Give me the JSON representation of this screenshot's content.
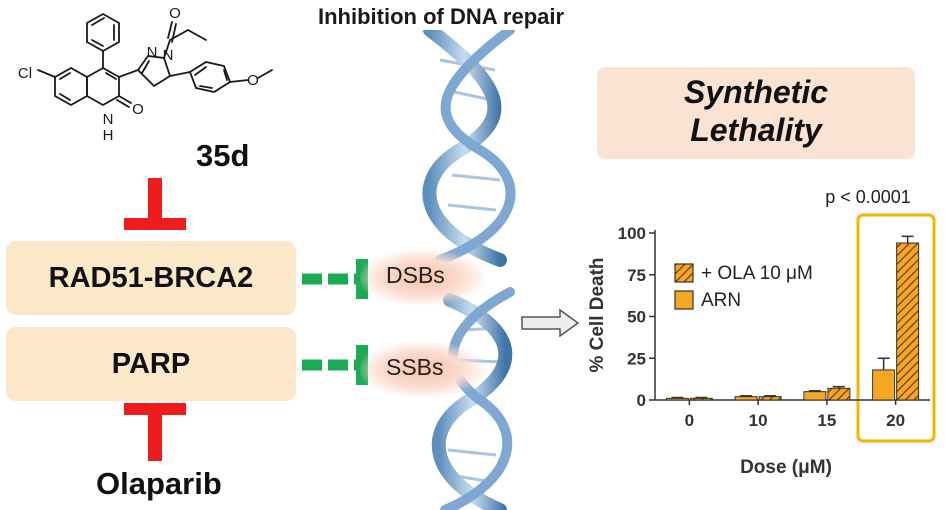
{
  "title": "Inhibition of DNA repair",
  "compound": {
    "label": "35d",
    "atoms": {
      "cl": "Cl",
      "h": "H",
      "n1": "N",
      "n2": "N",
      "n3": "N",
      "o1": "O",
      "o2": "O",
      "o3": "O"
    }
  },
  "boxes": {
    "rad51": "RAD51-BRCA2",
    "parp": "PARP"
  },
  "breaks": {
    "dsb": "DSBs",
    "ssb": "SSBs"
  },
  "inhibitor": "Olaparib",
  "banner": {
    "line1": "Synthetic",
    "line2": "Lethality"
  },
  "colors": {
    "inhibit_red": "#ee1c1c",
    "inhibit_green": "#1aab55",
    "box_fill": "#fbe8c8",
    "banner_fill": "#fbe3d4",
    "bar_orange": "#f5a623",
    "highlight_border": "#f2b400"
  },
  "chart_data": {
    "type": "bar",
    "categories": [
      "0",
      "10",
      "15",
      "20"
    ],
    "series": [
      {
        "name": "ARN",
        "style": "solid orange",
        "values": [
          1,
          2,
          5,
          18
        ],
        "errors": [
          0.5,
          0.5,
          0.5,
          7
        ]
      },
      {
        "name": "+ OLA 10 μM",
        "style": "hatched orange",
        "values": [
          1,
          2,
          7,
          94
        ],
        "errors": [
          0.5,
          0.5,
          1,
          4
        ]
      }
    ],
    "xlabel": "Dose (μM)",
    "ylabel": "% Cell Death",
    "ylim": [
      0,
      100
    ],
    "yticks": [
      "0",
      "25",
      "50",
      "75",
      "100"
    ],
    "annotation": "p < 0.0001",
    "highlighted_category": "20",
    "legend_position": "top-left"
  }
}
